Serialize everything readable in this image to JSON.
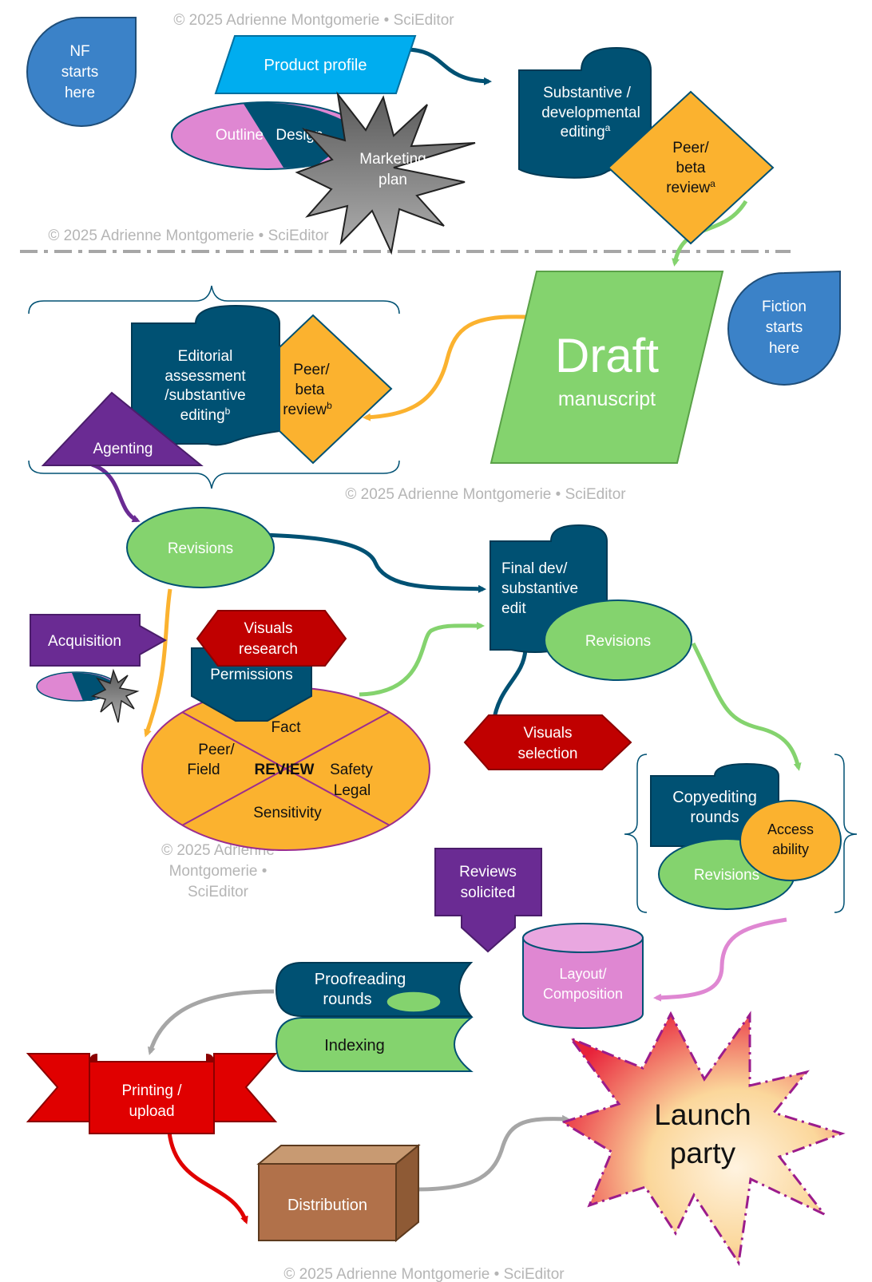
{
  "copyright": {
    "top": "© 2025 Adrienne Montgomerie • SciEditor",
    "left": "© 2025 Adrienne Montgomerie • SciEditor",
    "mid": "© 2025 Adrienne Montgomerie • SciEditor",
    "side": [
      "© 2025 Adrienne",
      "Montgomerie •",
      "SciEditor"
    ],
    "bottom": "© 2025 Adrienne Montgomerie • SciEditor"
  },
  "start_nf": [
    "NF",
    "starts",
    "here"
  ],
  "start_fiction": [
    "Fiction",
    "starts",
    "here"
  ],
  "product_profile": "Product profile",
  "outline": "Outline",
  "design": "Design",
  "marketing_plan": [
    "Marketing",
    "plan"
  ],
  "substantive_editing": [
    "Substantive /",
    "developmental",
    "editing"
  ],
  "sup_a": "a",
  "sup_b": "b",
  "peer_beta_a": [
    "Peer/",
    "beta",
    "review"
  ],
  "draft": "Draft",
  "manuscript": "manuscript",
  "editorial_assessment": [
    "Editorial",
    "assessment",
    "/substantive",
    "editing"
  ],
  "peer_beta_b": [
    "Peer/",
    "beta",
    "review"
  ],
  "agenting": "Agenting",
  "revisions": "Revisions",
  "acquisition": "Acquisition",
  "visuals_research": [
    "Visuals",
    "research"
  ],
  "permissions": "Permissions",
  "review": {
    "fact": "Fact",
    "peer_field": [
      "Peer/",
      "Field"
    ],
    "center": "REVIEW",
    "safety": "Safety",
    "legal": "Legal",
    "sensitivity": "Sensitivity"
  },
  "final_edit": [
    "Final dev/",
    "substantive",
    "edit"
  ],
  "visuals_selection": [
    "Visuals",
    "selection"
  ],
  "copyediting": [
    "Copyediting",
    "rounds"
  ],
  "accessibility": [
    "Access",
    "ability"
  ],
  "reviews_solicited": [
    "Reviews",
    "solicited"
  ],
  "layout": [
    "Layout/",
    "Composition"
  ],
  "proofreading": [
    "Proofreading",
    "rounds"
  ],
  "indexing": "Indexing",
  "printing": [
    "Printing /",
    "upload"
  ],
  "distribution": "Distribution",
  "launch": [
    "Launch",
    "party"
  ],
  "colors": {
    "teal": "#005173",
    "blue": "#3b82c8",
    "cyan": "#00adef",
    "orange": "#fbb22f",
    "green": "#84d36e",
    "purple": "#6a2b93",
    "red": "#c00000",
    "pink": "#df87d2",
    "grey": "#7f7f7f",
    "brown": "#b1714a"
  }
}
